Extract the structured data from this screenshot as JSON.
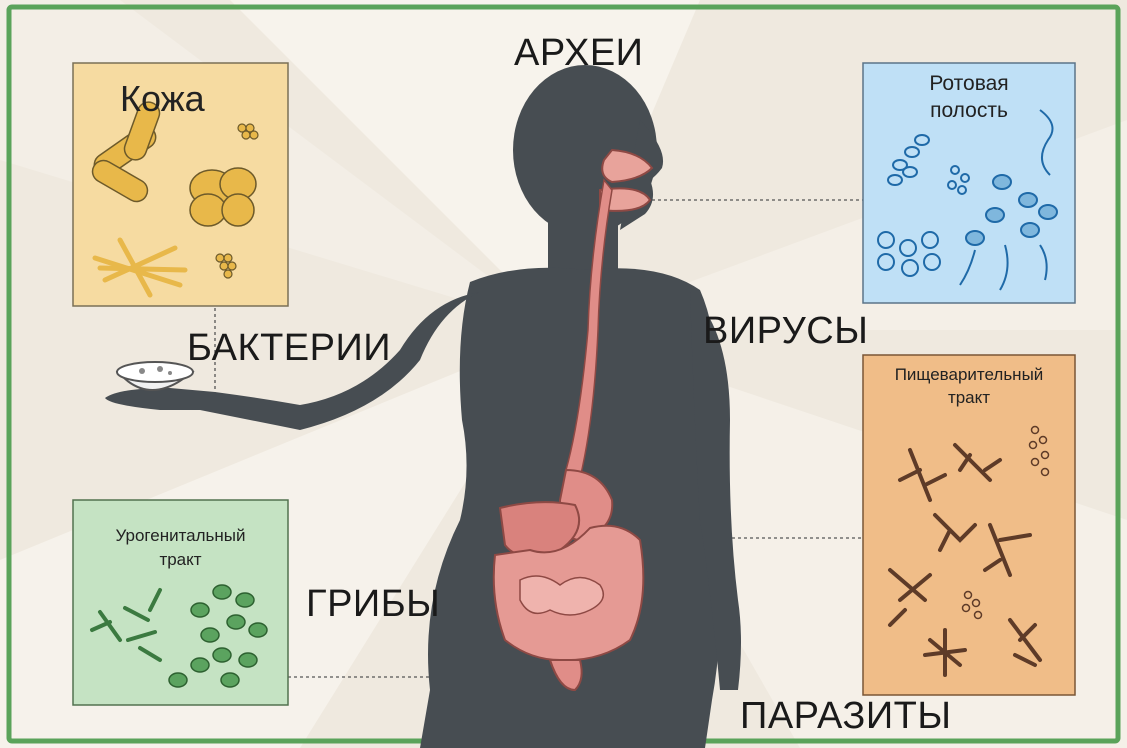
{
  "labels": {
    "archaea": "АРХЕИ",
    "bacteria": "БАКТЕРИИ",
    "viruses": "ВИРУСЫ",
    "fungi": "ГРИБЫ",
    "parasites": "ПАРАЗИТЫ"
  },
  "boxes": {
    "skin": {
      "title": "Кожа",
      "color": "#f6dba1"
    },
    "mouth": {
      "title_line1": "Ротовая",
      "title_line2": "полость",
      "color": "#bfe0f6"
    },
    "gut": {
      "title_line1": "Пищеварительный",
      "title_line2": "тракт",
      "color": "#f0bd88"
    },
    "urogenital": {
      "title_line1": "Урогенитальный",
      "title_line2": "тракт",
      "color": "#c5e3c3"
    }
  },
  "colors": {
    "frame_border": "#5aa35a",
    "silhouette": "#474d52",
    "organs": "#df8a86",
    "background": "#ede7dd"
  }
}
